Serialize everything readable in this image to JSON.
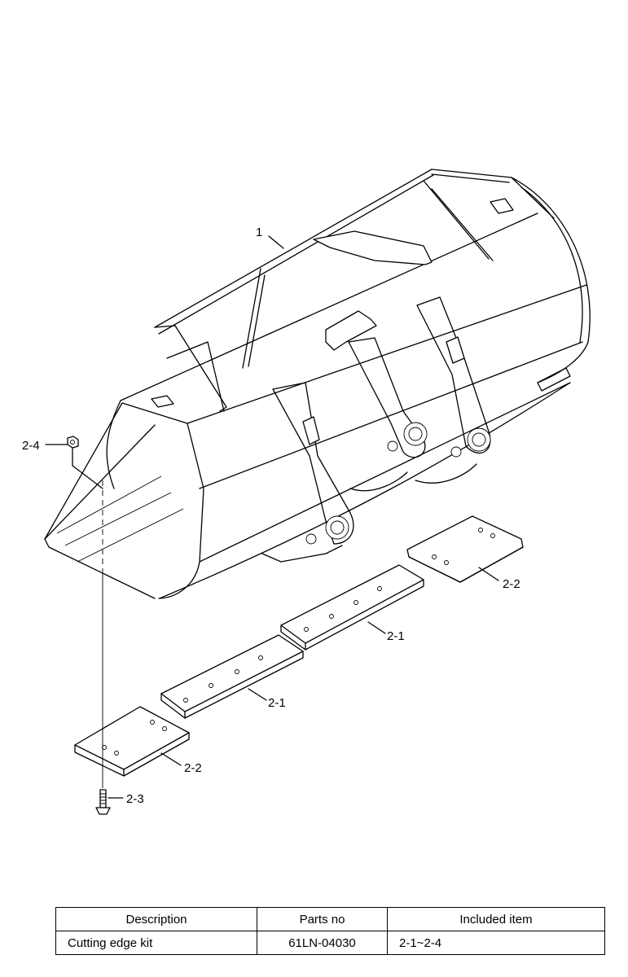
{
  "callouts": {
    "bucket": "1",
    "cutting_edge_center_upper": "2-1",
    "cutting_edge_center_lower": "2-1",
    "cutting_edge_end_right": "2-2",
    "cutting_edge_end_left": "2-2",
    "bolt": "2-3",
    "nut": "2-4"
  },
  "table": {
    "headers": [
      "Description",
      "Parts no",
      "Included item"
    ],
    "rows": [
      [
        "Cutting edge kit",
        "61LN-04030",
        "2-1~2-4"
      ]
    ]
  }
}
